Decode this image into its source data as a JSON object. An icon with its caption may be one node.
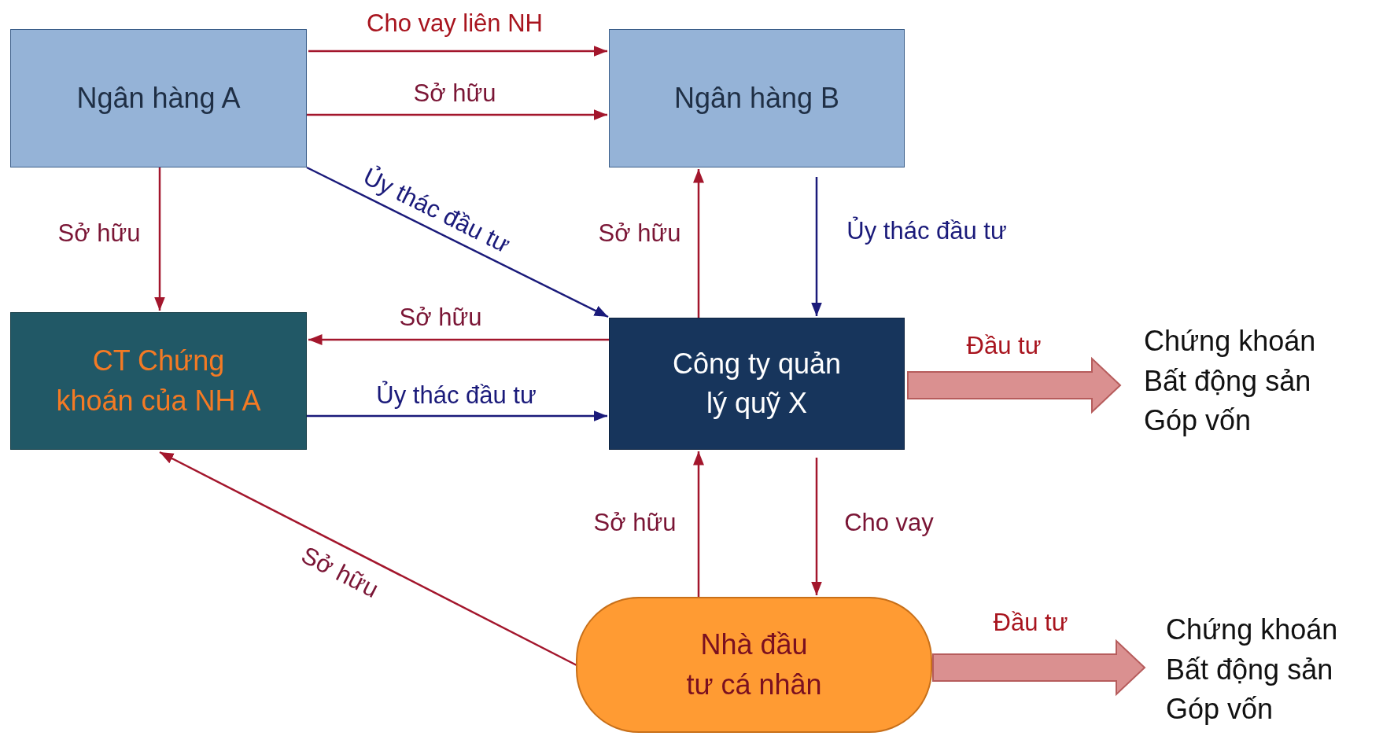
{
  "diagram": {
    "nodes": [
      {
        "text": [
          "Ngân hàng A"
        ]
      },
      {
        "text": [
          "Ngân hàng B"
        ]
      },
      {
        "text": [
          "CT Chứng khoán của NH A"
        ]
      },
      {
        "text": [
          "Công ty quản lý quỹ X"
        ]
      },
      {
        "text": [
          "Nhà đầu tư cá nhân"
        ]
      },
      {
        "text": [
          "Chứng khoán",
          "Bất động sản",
          "Góp vốn"
        ]
      },
      {
        "text": [
          "Chứng khoán",
          "Bất động sản",
          "Góp vốn"
        ]
      }
    ],
    "edges": [
      {
        "from": 0,
        "to": 1,
        "arrow": "to",
        "label": "Cho vay liên NH"
      },
      {
        "from": 0,
        "to": 1,
        "arrow": "to",
        "label": "Sở hữu"
      },
      {
        "from": 0,
        "to": 3,
        "arrow": "to",
        "label": "Ủy thác đầu tư",
        "color": "#1a1a7a"
      },
      {
        "from": 0,
        "to": 2,
        "arrow": "to",
        "label": "Sở hữu"
      },
      {
        "from": 3,
        "to": 1,
        "arrow": "to",
        "label": "Sở hữu"
      },
      {
        "from": 1,
        "to": 3,
        "arrow": "to",
        "label": "Ủy thác đầu tư",
        "color": "#1a1a7a"
      },
      {
        "from": 3,
        "to": 2,
        "arrow": "to",
        "label": "Sở hữu"
      },
      {
        "from": 2,
        "to": 3,
        "arrow": "to",
        "label": "Ủy thác đầu tư",
        "color": "#1a1a7a"
      },
      {
        "from": 3,
        "to": 5,
        "arrow": "to",
        "label": "Đầu tư",
        "style": "thick",
        "color": "#da9090"
      },
      {
        "from": 4,
        "to": 3,
        "arrow": "to",
        "label": "Sở hữu"
      },
      {
        "from": 3,
        "to": 4,
        "arrow": "to",
        "label": "Cho vay"
      },
      {
        "from": 4,
        "to": 2,
        "arrow": "to",
        "label": "Sở hữu"
      },
      {
        "from": 4,
        "to": 6,
        "arrow": "to",
        "label": "Đầu tư",
        "style": "thick",
        "color": "#da9090"
      }
    ]
  }
}
